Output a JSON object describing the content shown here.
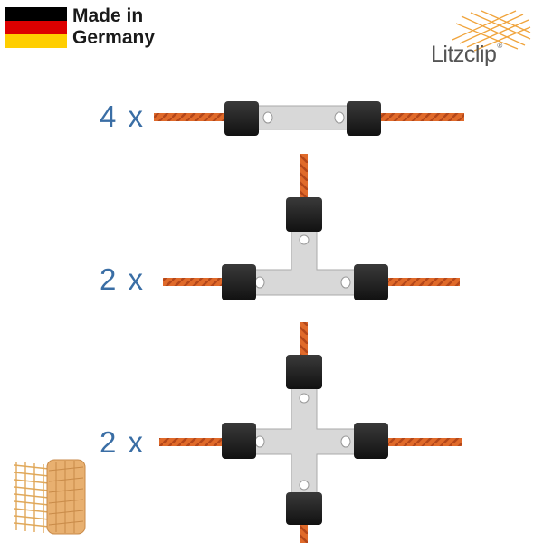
{
  "header": {
    "made_in_line1": "Made in",
    "made_in_line2": "Germany",
    "flag": {
      "stripes": [
        "#000000",
        "#DD0000",
        "#FFCE00"
      ]
    }
  },
  "logo": {
    "brand": "Litzclip",
    "registered": "®",
    "accent_color": "#F0A43C"
  },
  "products": [
    {
      "quantity": "4 x",
      "connector": "straight-connector"
    },
    {
      "quantity": "2 x",
      "connector": "t-connector"
    },
    {
      "quantity": "2 x",
      "connector": "cross-connector"
    }
  ],
  "colors": {
    "quantity_text": "#3A6EA5",
    "rope": "#E06A2A",
    "clip": "#1C1C1C",
    "plate": "#D8D8D8"
  },
  "icons": [
    "germany-flag-icon",
    "litzclip-logo-icon",
    "netting-roll-icon"
  ]
}
